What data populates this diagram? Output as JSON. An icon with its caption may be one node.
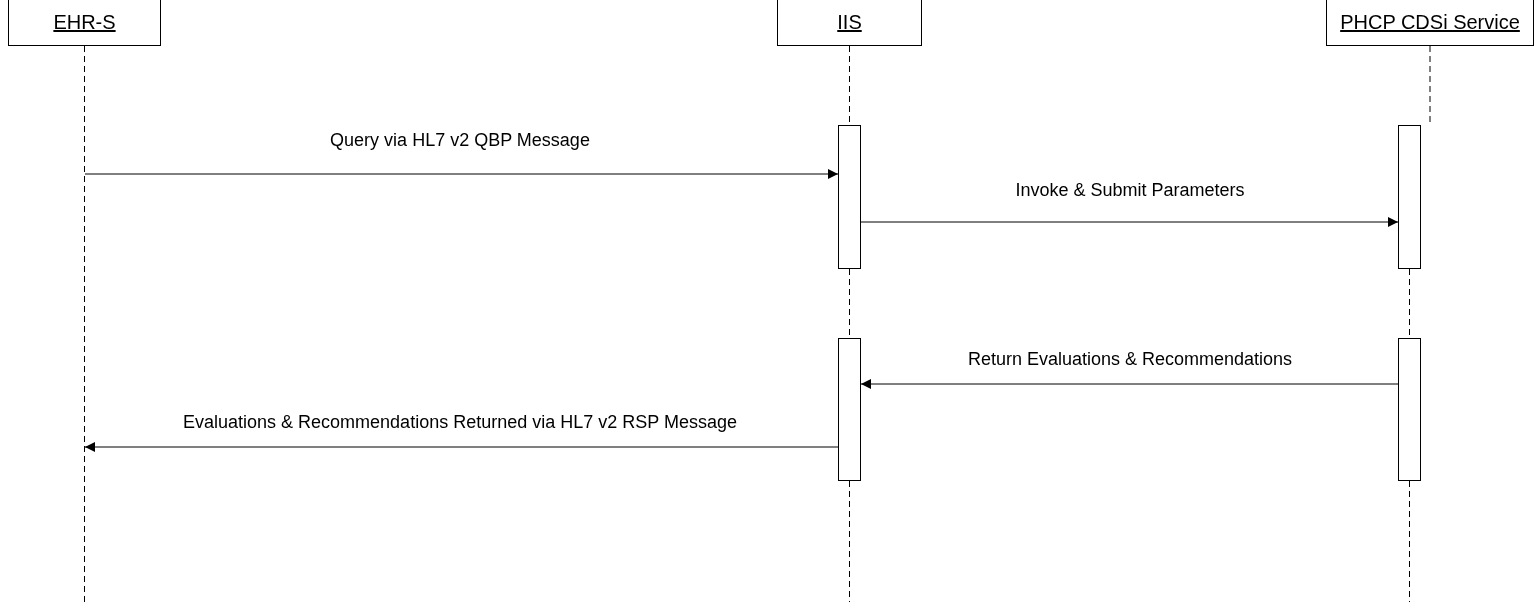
{
  "diagram": {
    "nodes": [
      {
        "text": [
          "EHR-S"
        ]
      },
      {
        "text": [
          "IIS"
        ]
      },
      {
        "text": [
          "PHCP CDSi Service"
        ]
      },
      {
        "text": [],
        "shape": "bar"
      },
      {
        "text": [],
        "shape": "bar"
      },
      {
        "text": [],
        "shape": "bar"
      },
      {
        "text": [],
        "shape": "bar"
      }
    ],
    "edges": [
      {
        "from": null,
        "to": 3,
        "arrow": "to",
        "label": "Query via HL7 v2 QBP Message"
      },
      {
        "from": 3,
        "to": 4,
        "arrow": "to",
        "label": "Invoke & Submit Parameters"
      },
      {
        "from": 6,
        "to": 5,
        "arrow": "to",
        "label": "Return Evaluations & Recommendations"
      },
      {
        "from": 5,
        "to": null,
        "arrow": "to",
        "label": "Evaluations & Recommendations Returned via HL7 v2 RSP Message"
      },
      {
        "from": 0,
        "to": null,
        "arrow": "none",
        "style": "dashed"
      },
      {
        "from": 1,
        "to": 3,
        "arrow": "none",
        "style": "dashed"
      },
      {
        "from": 3,
        "to": 5,
        "arrow": "none",
        "style": "dashed"
      },
      {
        "from": 5,
        "to": null,
        "arrow": "none",
        "style": "dashed"
      },
      {
        "from": 2,
        "to": 4,
        "arrow": "none",
        "style": "dashed"
      },
      {
        "from": 4,
        "to": 6,
        "arrow": "none",
        "style": "dashed"
      },
      {
        "from": 6,
        "to": null,
        "arrow": "none",
        "style": "dashed"
      }
    ]
  }
}
